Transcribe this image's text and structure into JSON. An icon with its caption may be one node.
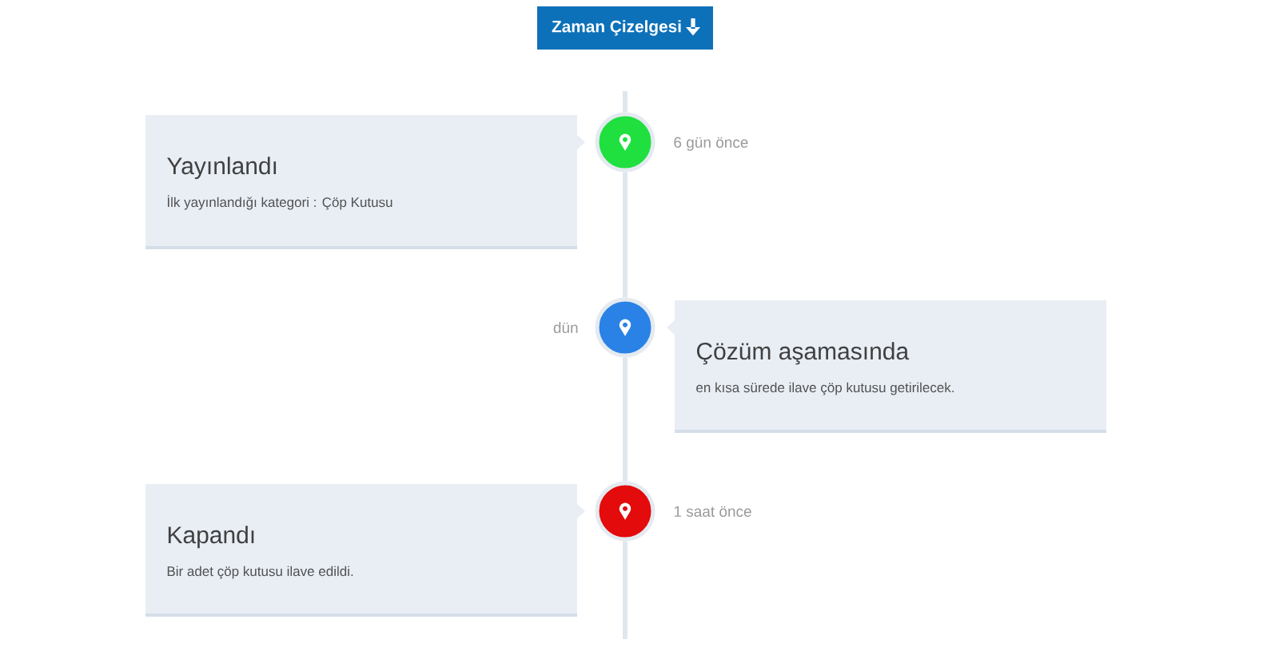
{
  "diagram": {
    "nodes": [
      {
        "text": [
          "Zaman Çizelgesi"
        ]
      },
      {
        "text": [
          "Yayınlandı",
          "İlk yayınlandığı kategori : Çöp Kutusu"
        ]
      },
      {
        "text": [],
        "shape": "circle",
        "beside": [
          "6 gün önce"
        ]
      },
      {
        "text": [
          "Çözüm aşamasında",
          "en kısa sürede ilave çöp kutusu getirilecek."
        ]
      },
      {
        "text": [],
        "shape": "circle",
        "beside": [
          "dün"
        ]
      },
      {
        "text": [
          "Kapandı",
          "Bir adet çöp kutusu ilave edildi."
        ]
      },
      {
        "text": [],
        "shape": "circle",
        "beside": [
          "1 saat önce"
        ]
      }
    ],
    "edges": [
      {
        "from": null,
        "to": 2,
        "arrow": "none"
      },
      {
        "from": 2,
        "to": 4,
        "arrow": "none"
      },
      {
        "from": 4,
        "to": 6,
        "arrow": "none"
      },
      {
        "from": 6,
        "to": null,
        "arrow": "none"
      }
    ]
  }
}
